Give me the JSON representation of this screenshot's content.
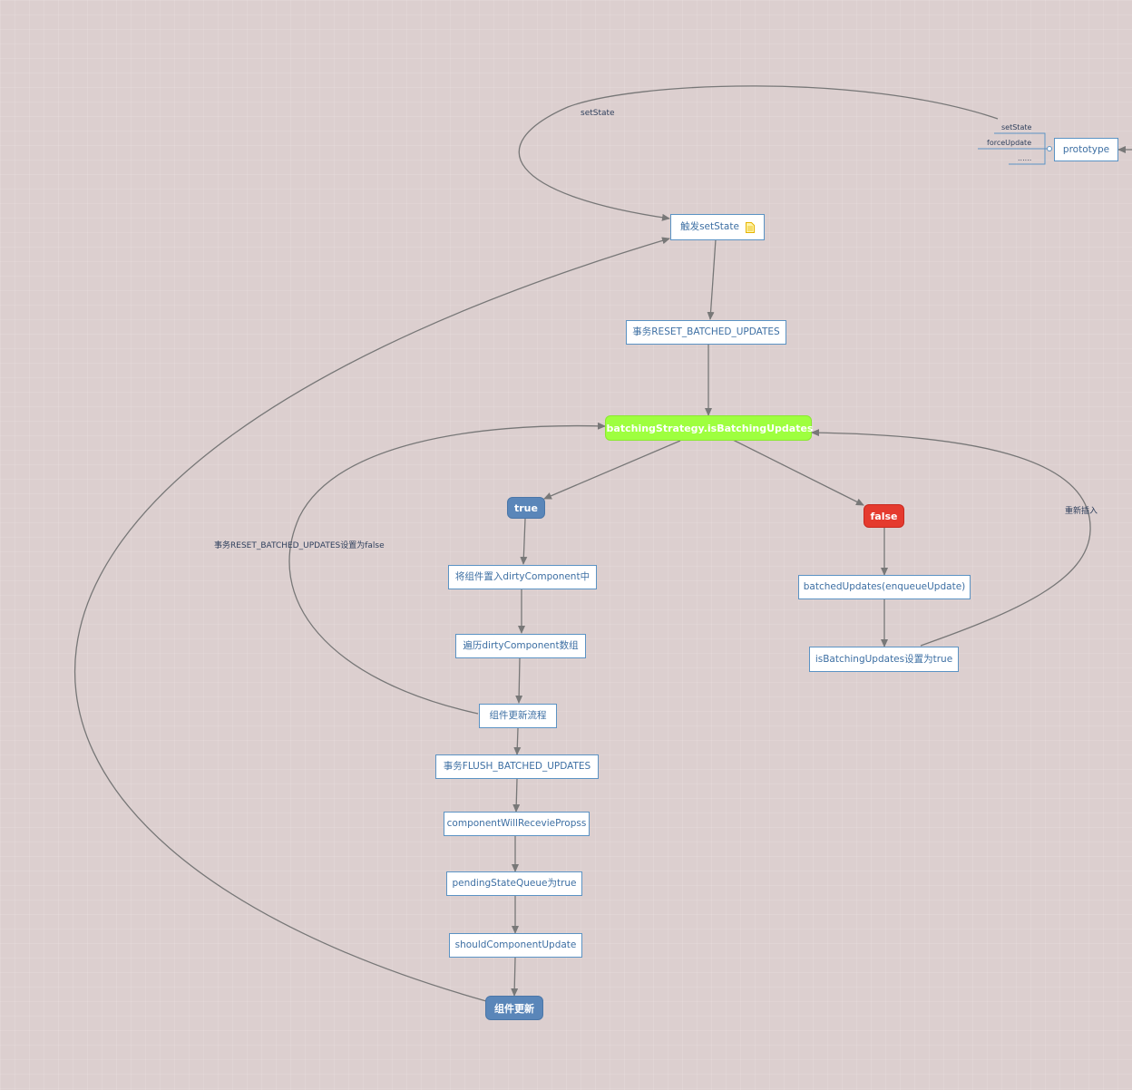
{
  "nodes": {
    "trigger_setstate": "触发setState",
    "reset_batched": "事务RESET_BATCHED_UPDATES",
    "batching_strategy": "batchingStrategy.isBatchingUpdates",
    "true_branch": "true",
    "false_branch": "false",
    "put_dirty": "将组件置入dirtyComponent中",
    "traverse_dirty": "遍历dirtyComponent数组",
    "component_update_flow": "组件更新流程",
    "flush_batched": "事务FLUSH_BATCHED_UPDATES",
    "will_receive_props": "componentWillReceviePropss",
    "pending_state": "pendingStateQueue为true",
    "should_update": "shouldComponentUpdate",
    "component_updated": "组件更新",
    "batched_updates": "batchedUpdates(enqueueUpdate)",
    "set_batching_true": "isBatchingUpdates设置为true",
    "prototype": "prototype"
  },
  "labels": {
    "setstate_loop": "setState",
    "reset_false": "事务RESET_BATCHED_UPDATES设置为false",
    "reinsert": "重新插入",
    "proto_setstate": "setState",
    "proto_forceupdate": "forceUpdate",
    "proto_more": "......"
  },
  "icons": {
    "flag": "flag-icon",
    "note": "note-icon"
  },
  "colors": {
    "background": "#dccfcf",
    "node_border": "#5b93c4",
    "node_text": "#3d6fa3",
    "decision_green": "#9eff3f",
    "decision_blue": "#5a86b9",
    "decision_red": "#e53a2e",
    "edge": "#777777"
  }
}
